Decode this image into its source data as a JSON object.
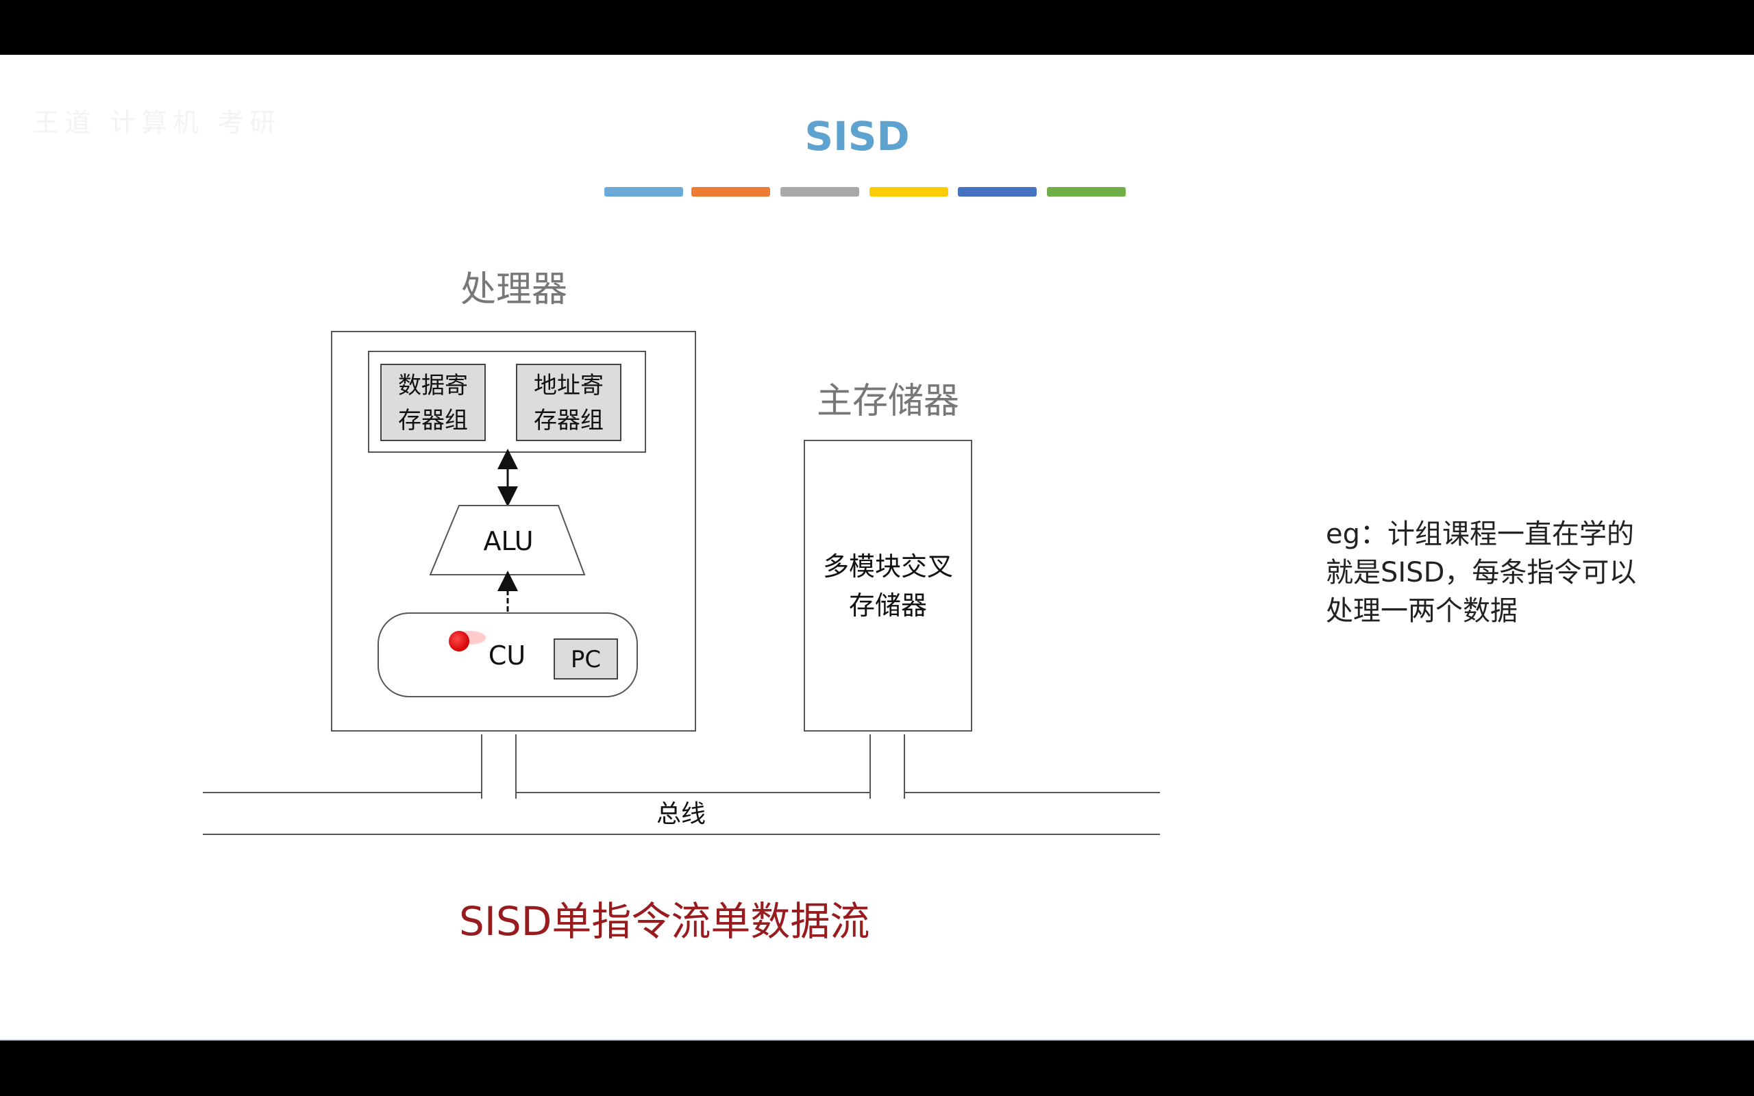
{
  "slide": {
    "title": "SISD",
    "title_color": "#5ea3cf",
    "stripe_colors": [
      "#6aa9d8",
      "#ee7d33",
      "#a9a9a9",
      "#fccd00",
      "#4672c1",
      "#71ae47"
    ],
    "watermark": "王道 计算机 考研"
  },
  "diagram": {
    "processor_label": "处理器",
    "data_reg_line1": "数据寄",
    "data_reg_line2": "存器组",
    "addr_reg_line1": "地址寄",
    "addr_reg_line2": "存器组",
    "alu_label": "ALU",
    "cu_label": "CU",
    "pc_label": "PC",
    "memory_label": "主存储器",
    "memory_line1": "多模块交叉",
    "memory_line2": "存储器",
    "bus_label": "总线"
  },
  "note": {
    "line1": "eg：计组课程一直在学的",
    "line2": "就是SISD，每条指令可以",
    "line3": "处理一两个数据"
  },
  "caption": {
    "text": "SISD单指令流单数据流",
    "color": "#981b1e"
  }
}
